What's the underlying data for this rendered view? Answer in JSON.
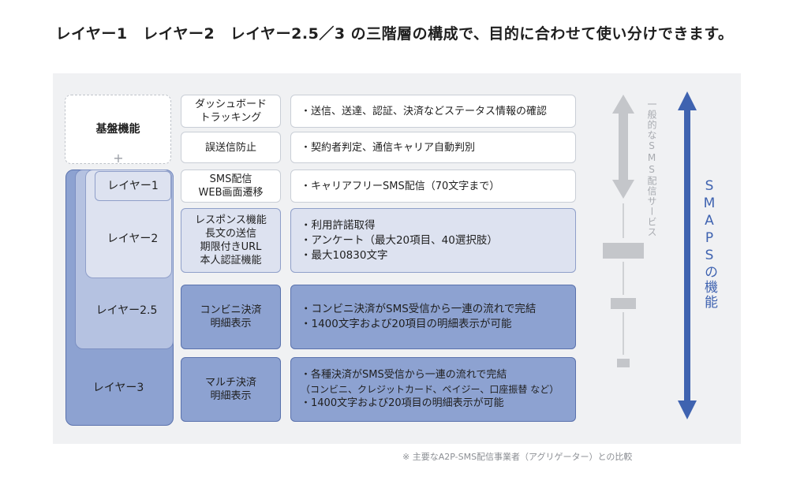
{
  "headline": "レイヤー1　レイヤー2　レイヤー2.5／3 の三階層の構成で、目的に合わせて使い分けできます。",
  "basic": {
    "label": "基盤機能",
    "plus": "+"
  },
  "layers": {
    "l1": "レイヤー1",
    "l2": "レイヤー2",
    "l25": "レイヤー2.5",
    "l3": "レイヤー3"
  },
  "features": {
    "dashboard": "ダッシュボード\nトラッキング",
    "misdelivery": "誤送信防止",
    "sms": "SMS配信\nWEB画面遷移",
    "response": "レスポンス機能\n長文の送信\n期限付きURL\n本人認証機能",
    "convenience": "コンビニ決済\n明細表示",
    "multi": "マルチ決済\n明細表示"
  },
  "details": {
    "dashboard": [
      "・送信、送達、認証、決済などステータス情報の確認"
    ],
    "misdelivery": [
      "・契約者判定、通信キャリア自動判別"
    ],
    "sms": [
      "・キャリアフリーSMS配信（70文字まで）"
    ],
    "response": [
      "・利用許諾取得",
      "・アンケート（最大20項目、40選択肢）",
      "・最大10830文字"
    ],
    "convenience": [
      "・コンビニ決済がSMS受信から一連の流れで完結",
      "・1400文字および20項目の明細表示が可能"
    ],
    "multi": [
      "・各種決済がSMS受信から一連の流れで完結",
      "（コンビニ、クレジットカード、ペイジー、口座振替 など）",
      "・1400文字および20項目の明細表示が可能"
    ]
  },
  "scale": {
    "general_label": "一般的なSMS配信サービス",
    "smaps_label": "SMAPSの機能"
  },
  "footnote": "※ 主要なA2P-SMS配信事業者（アグリゲーター）との比較",
  "colors": {
    "white_cell": "#ffffff",
    "layer2_fill": "#dde2f0",
    "layer3_fill": "#8da2d1",
    "general_arrow": "#c4c6ca",
    "smaps_arrow": "#3f63b0"
  },
  "icons": {
    "general_arrow": "double-arrow-vertical-icon",
    "smaps_arrow": "double-arrow-vertical-icon"
  }
}
